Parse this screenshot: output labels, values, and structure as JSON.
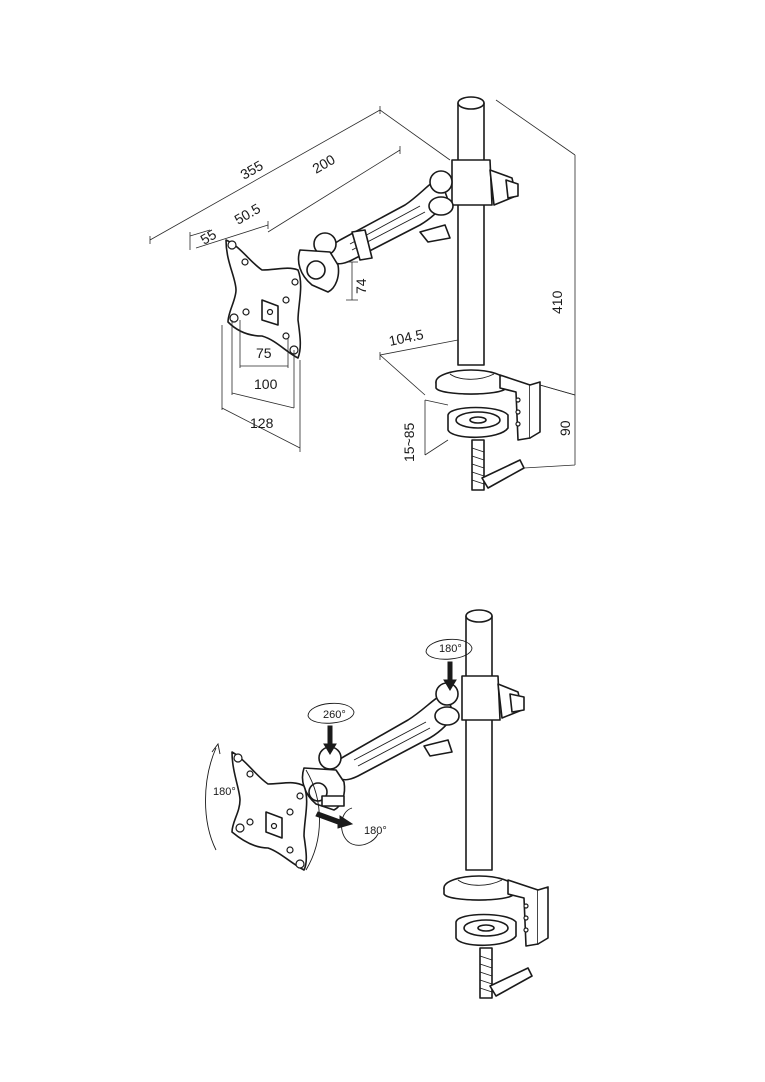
{
  "dimensions": {
    "overall_length": "355",
    "arm_length": "200",
    "offset_a": "50.5",
    "offset_b": "55",
    "arm_height": "74",
    "clamp_offset": "104.5",
    "pole_height": "410",
    "vesa_small": "75",
    "vesa_large": "100",
    "plate_width": "128",
    "clamp_range": "15~85",
    "clamp_height": "90"
  },
  "rotations": {
    "pole_swivel": "180°",
    "arm_swivel": "260°",
    "head_tilt": "180°",
    "head_rotate": "180°"
  },
  "colors": {
    "line": "#1a1a1a",
    "background": "#ffffff"
  }
}
